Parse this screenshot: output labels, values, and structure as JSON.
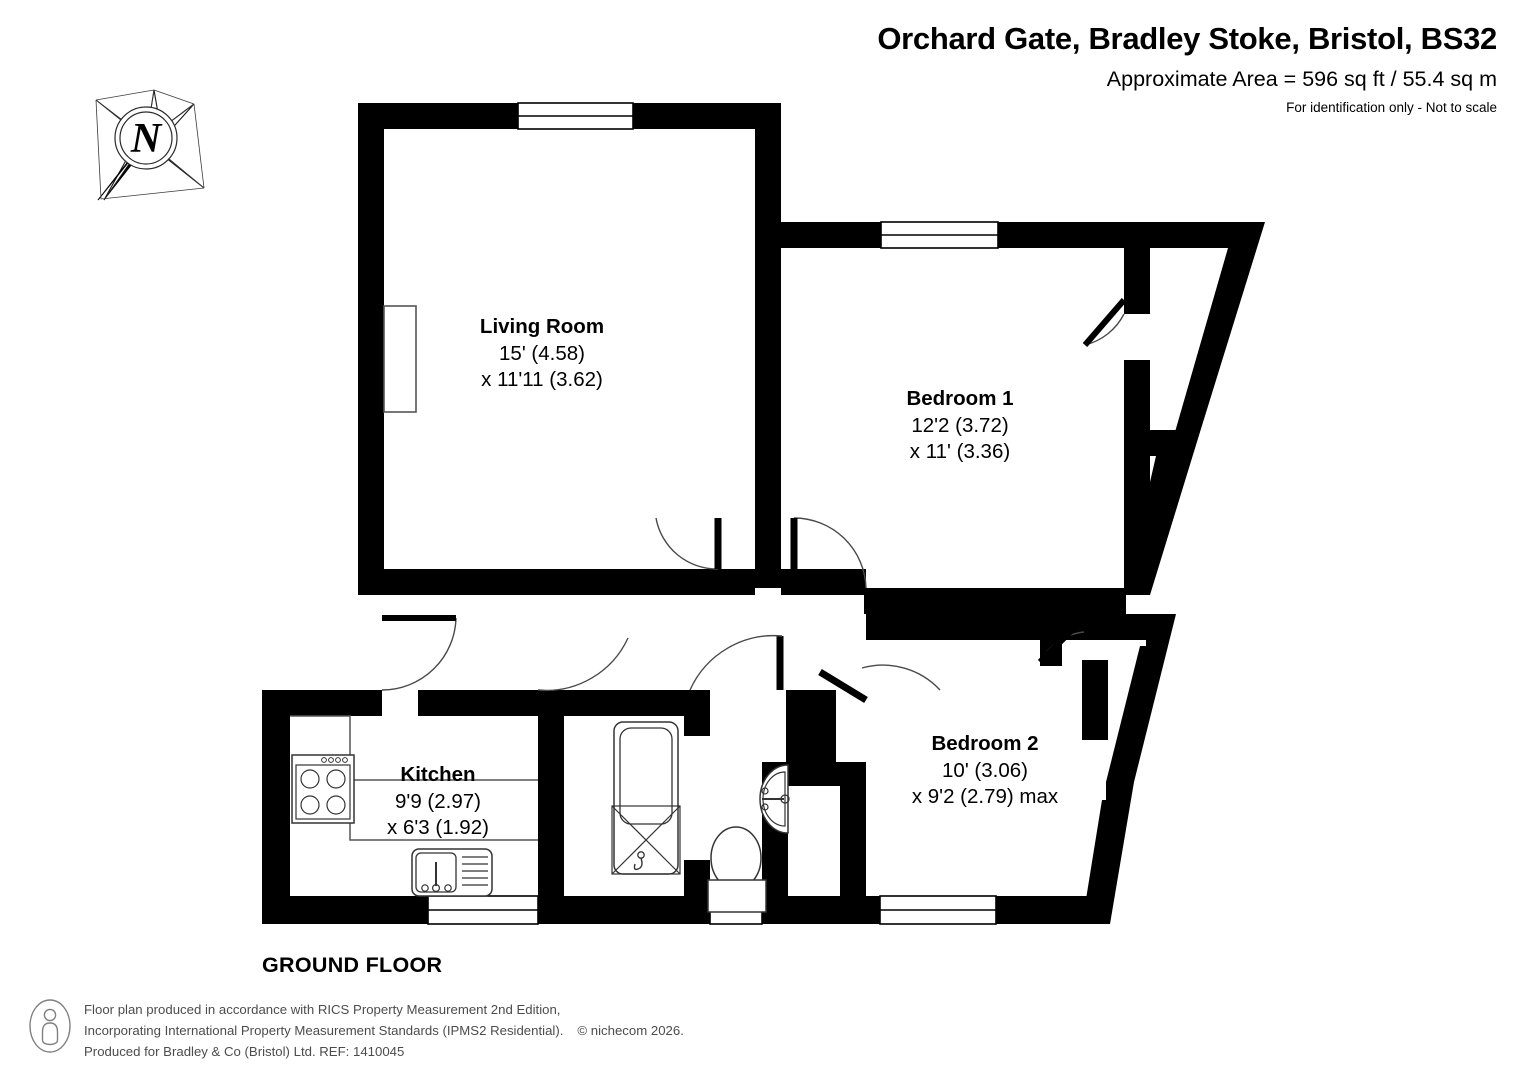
{
  "header": {
    "title": "Orchard Gate, Bradley Stoke, Bristol, BS32",
    "area": "Approximate Area = 596 sq ft / 55.4 sq m",
    "disclaimer": "For identification only - Not to scale"
  },
  "compass": {
    "label": "N",
    "icon": "compass-north-icon"
  },
  "floor": {
    "caption": "GROUND FLOOR"
  },
  "rooms": [
    {
      "id": "living-room",
      "name": "Living Room",
      "dim_line_1": "15' (4.58)",
      "dim_line_2": "x 11'11 (3.62)"
    },
    {
      "id": "bedroom-1",
      "name": "Bedroom 1",
      "dim_line_1": "12'2 (3.72)",
      "dim_line_2": "x 11' (3.36)"
    },
    {
      "id": "bedroom-2",
      "name": "Bedroom 2",
      "dim_line_1": "10' (3.06)",
      "dim_line_2": "x 9'2 (2.79) max"
    },
    {
      "id": "kitchen",
      "name": "Kitchen",
      "dim_line_1": "9'9 (2.97)",
      "dim_line_2": "x 6'3 (1.92)"
    }
  ],
  "fixtures": [
    {
      "id": "hob",
      "icon": "cooker-hob-icon",
      "room": "kitchen"
    },
    {
      "id": "sink",
      "icon": "kitchen-sink-icon",
      "room": "kitchen"
    },
    {
      "id": "bath",
      "icon": "bath-shower-icon",
      "room": "bathroom"
    },
    {
      "id": "wc",
      "icon": "toilet-icon",
      "room": "bathroom"
    },
    {
      "id": "basin",
      "icon": "wash-basin-icon",
      "room": "bathroom"
    },
    {
      "id": "radiator",
      "icon": "radiator-icon",
      "room": "living-room"
    }
  ],
  "footer": {
    "line1": "Floor plan produced in accordance with RICS Property Measurement 2nd Edition,",
    "line2": "Incorporating International Property Measurement Standards (IPMS2 Residential).",
    "copyright": "© nichecom 2026.",
    "line3": "Produced for Bradley & Co (Bristol) Ltd.   REF:  1410045",
    "badge_icon": "person-badge-icon"
  },
  "colors": {
    "wall": "#000000",
    "background": "#ffffff",
    "fixture_line": "#333333",
    "footer_text": "#4c4c4c"
  }
}
